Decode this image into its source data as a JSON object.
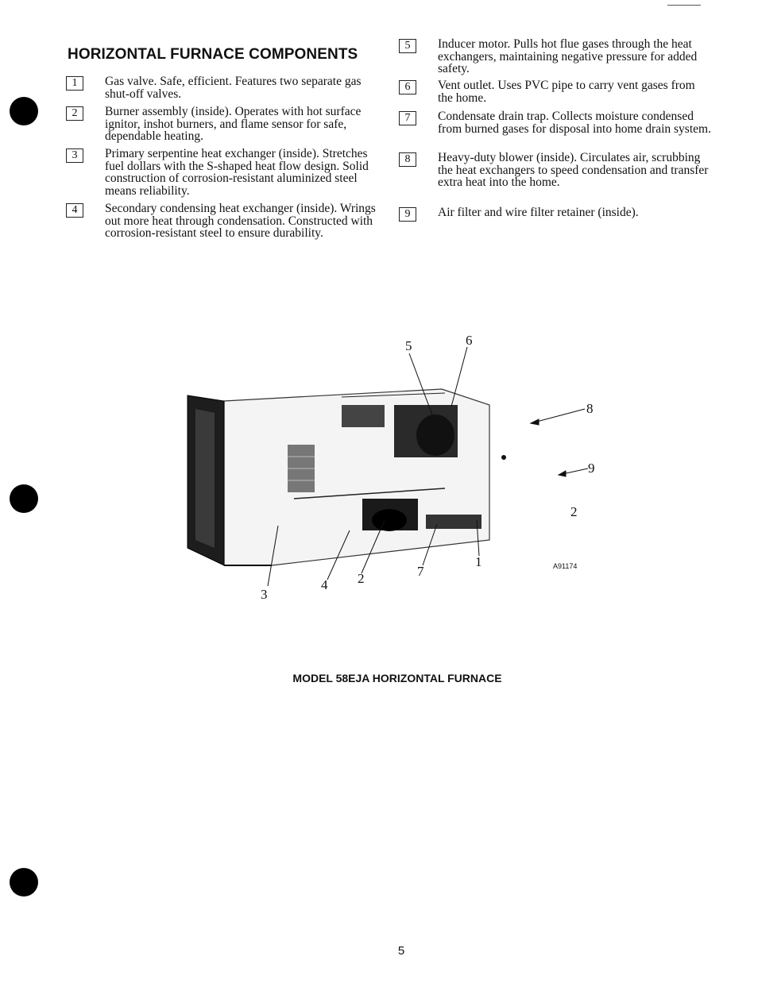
{
  "section_title": "HORIZONTAL FURNACE COMPONENTS",
  "components": [
    {
      "num": "1",
      "text": "Gas valve. Safe, efficient. Features two separate gas shut-off valves."
    },
    {
      "num": "2",
      "text": "Burner assembly (inside). Operates with hot surface ignitor, inshot burners, and flame sensor for safe, dependable heating."
    },
    {
      "num": "3",
      "text": "Primary serpentine heat exchanger (inside). Stretches fuel dollars with the S-shaped heat flow design. Solid construction of corrosion-resistant aluminized steel means reliability."
    },
    {
      "num": "4",
      "text": "Secondary condensing heat exchanger (inside). Wrings out more heat through condensation. Constructed with corrosion-resistant steel to ensure durability."
    },
    {
      "num": "5",
      "text": "Inducer motor. Pulls hot flue gases through the heat exchangers, maintaining negative pressure for added safety."
    },
    {
      "num": "6",
      "text": "Vent outlet. Uses PVC pipe to carry vent gases from the home."
    },
    {
      "num": "7",
      "text": "Condensate drain trap. Collects moisture condensed from burned gases for disposal into home drain system."
    },
    {
      "num": "8",
      "text": "Heavy-duty blower (inside). Circulates air, scrubbing the heat exchangers to speed condensation and transfer extra heat into the home."
    },
    {
      "num": "9",
      "text": "Air filter and wire filter retainer (inside)."
    }
  ],
  "figure": {
    "callouts": [
      "5",
      "6",
      "8",
      "9",
      "2",
      "1",
      "7",
      "2",
      "4",
      "3"
    ],
    "code": "A91174"
  },
  "caption": "MODEL 58EJA HORIZONTAL FURNACE",
  "page_number": "5"
}
